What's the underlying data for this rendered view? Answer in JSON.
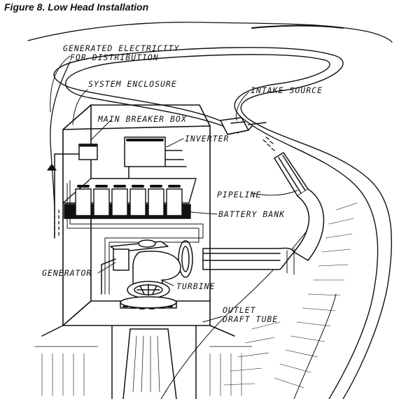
{
  "figure": {
    "title": "Figure 8. Low Head Installation"
  },
  "labels": {
    "generated_line1": "GENERATED ELECTRICITY",
    "generated_line2": "FOR DISTRIBUTION",
    "system_enclosure": "SYSTEM ENCLOSURE",
    "intake_source": "INTAKE SOURCE",
    "main_breaker_box": "MAIN BREAKER BOX",
    "inverter": "INVERTER",
    "pipeline": "PIPELINE",
    "battery_bank": "BATTERY BANK",
    "generator": "GENERATOR",
    "turbine": "TURBINE",
    "outlet": "OUTLET",
    "draft_tube": "DRAFT TUBE"
  }
}
